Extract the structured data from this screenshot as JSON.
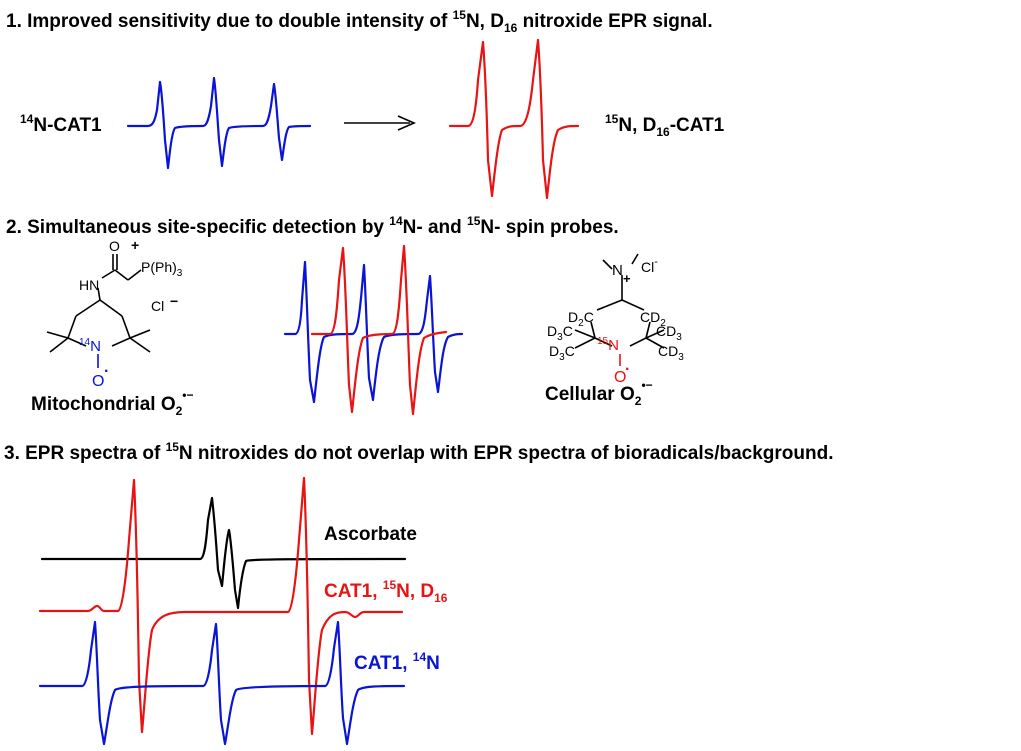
{
  "colors": {
    "n14": "#0a14d6",
    "n15": "#e81414",
    "ascorbate": "#000000",
    "text": "#000000"
  },
  "section1": {
    "heading": {
      "pre": "1. Improved  sensitivity due to double intensity of ",
      "iso": "15",
      "mid": "N, D",
      "sub": "16",
      "post": " nitroxide EPR signal."
    },
    "left_label": {
      "iso": "14",
      "text": "N-CAT1"
    },
    "right_label": {
      "iso": "15",
      "mid": "N, D",
      "sub": "16",
      "post": "-CAT1"
    }
  },
  "section2": {
    "heading": {
      "pre": "2. Simultaneous site-specific detection by ",
      "iso1": "14",
      "mid": "N- and ",
      "iso2": "15",
      "post": "N- spin probes."
    },
    "mito": {
      "o": "O",
      "plus": "+",
      "p_group": "P(Ph)",
      "p_sub": "3",
      "hn": "HN",
      "cl": "Cl",
      "cl_charge": "−",
      "n_iso": "14",
      "n": "N",
      "o_rad": "O",
      "rad_dot": "·",
      "caption": "Mitochondrial O",
      "cap_sub": "2",
      "cap_sup": "•−"
    },
    "cell": {
      "n_plus": "N",
      "plus": "+",
      "cl": "Cl",
      "cl_charge": "-",
      "d2c_l": "D",
      "d2c_l_sub": "2",
      "d2c_l_c": "C",
      "cd2_r": "CD",
      "cd2_r_sub": "2",
      "d3c_1": "D",
      "d3c_1_sub": "3",
      "d3c_1_c": "C",
      "d3c_2": "D",
      "d3c_2_sub": "3",
      "d3c_2_c": "C",
      "cd3_1": "CD",
      "cd3_1_sub": "3",
      "cd3_2": "CD",
      "cd3_2_sub": "3",
      "n_iso": "15",
      "n": "N",
      "o_rad": "O",
      "rad_dot": "·",
      "caption": "Cellular O",
      "cap_sub": "2",
      "cap_sup": "•−"
    }
  },
  "section3": {
    "heading": {
      "pre": "3. EPR spectra of ",
      "iso": "15",
      "post": "N nitroxides do not overlap with EPR spectra of bioradicals/background."
    },
    "labels": {
      "ascorbate": "Ascorbate",
      "cat15": {
        "pre": "CAT1, ",
        "iso": "15",
        "mid": "N, D",
        "sub": "16"
      },
      "cat14": {
        "pre": "CAT1, ",
        "iso": "14",
        "post": "N"
      }
    }
  }
}
